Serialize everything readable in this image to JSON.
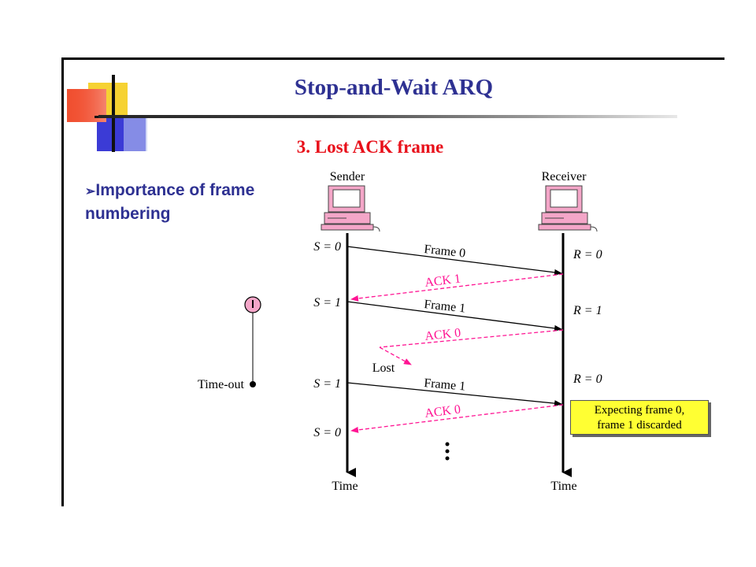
{
  "slide": {
    "title": "Stop-and-Wait ARQ",
    "subtitle": "3. Lost ACK frame",
    "bullet_marker": "➢",
    "bullet_text_1": "Importance of frame",
    "bullet_text_2": "numbering"
  },
  "diagram": {
    "sender_label": "Sender",
    "receiver_label": "Receiver",
    "time_label_sender": "Time",
    "time_label_receiver": "Time",
    "sender_states": [
      "S = 0",
      "S = 1",
      "S = 1",
      "S = 0"
    ],
    "receiver_states": [
      "R = 0",
      "R = 1",
      "R = 0"
    ],
    "frames": [
      "Frame 0",
      "Frame 1",
      "Frame 1"
    ],
    "acks": [
      "ACK 1",
      "ACK 0",
      "ACK 0"
    ],
    "lost_label": "Lost",
    "timeout_label": "Time-out",
    "note_line_1": "Expecting frame 0,",
    "note_line_2": "frame 1 discarded"
  },
  "colors": {
    "title": "#2e3192",
    "subtitle": "#e8101a",
    "ack_arrow": "#ff1493",
    "data_arrow": "#000000",
    "note_bg": "#ffff33",
    "timer": "#f4a6c8"
  }
}
